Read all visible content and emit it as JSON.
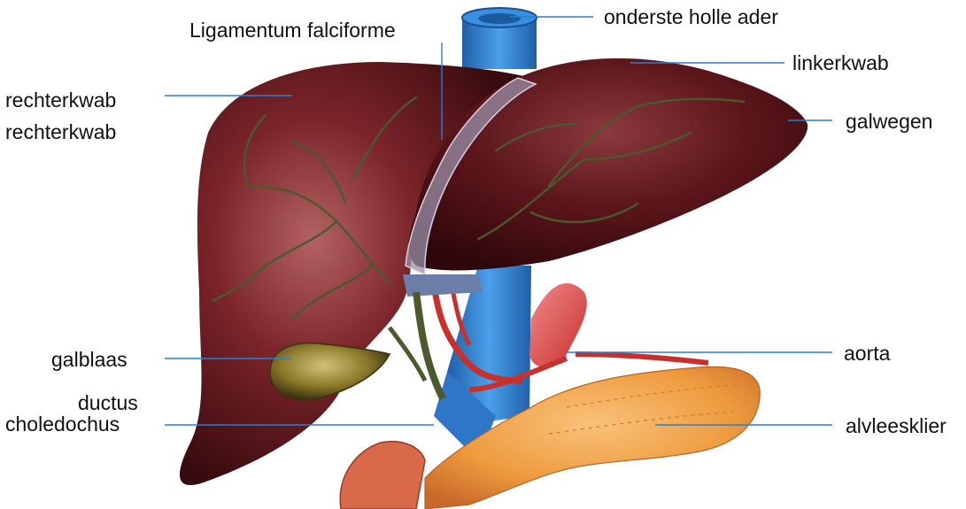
{
  "colors": {
    "leader_line": "#2a7fd4",
    "liver_dark": "#3d0c10",
    "liver_mid": "#6e1e24",
    "liver_light": "#a9585a",
    "vein_blue": "#2f86d6",
    "artery_red": "#c8302c",
    "pancreas": "#eea047",
    "gallbladder": "#8c7a2a",
    "vessel_green": "#4a5a2c"
  },
  "labels": {
    "ivc": "onderste holle ader",
    "falciform": "Ligamentum falciforme",
    "right_lobe_1": "rechterkwab",
    "right_lobe_2": "rechterkwab",
    "left_lobe": "linkerkwab",
    "bile_ducts": "galwegen",
    "gallbladder": "galblaas",
    "common_bile_duct_1": "ductus",
    "common_bile_duct_2": "choledochus",
    "aorta": "aorta",
    "pancreas": "alvleesklier"
  }
}
